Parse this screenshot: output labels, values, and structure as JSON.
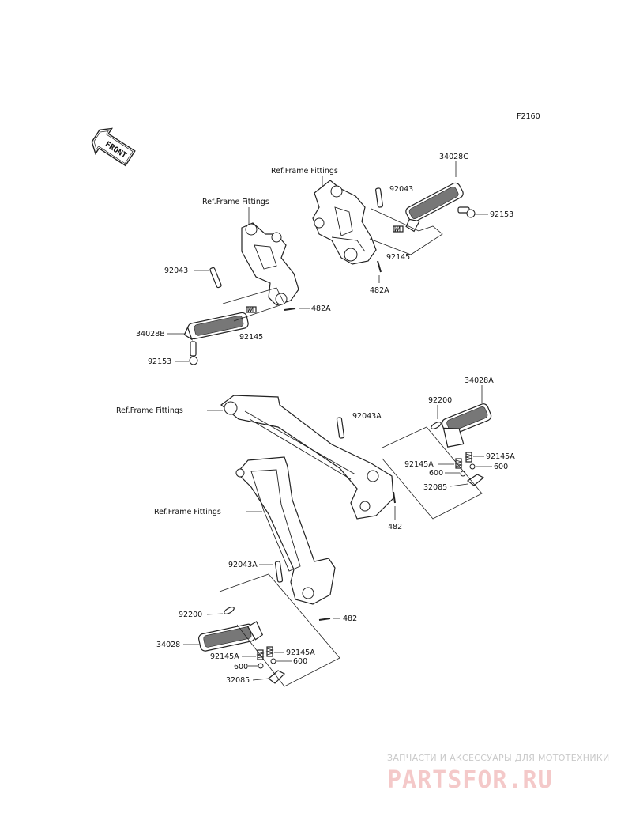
{
  "diagram_code": "F2160",
  "front_label": "FRONT",
  "ref_labels": {
    "upper_left": "Ref.Frame Fittings",
    "upper_right": "Ref.Frame Fittings",
    "lower_upper": "Ref.Frame Fittings",
    "lower_left": "Ref.Frame Fittings"
  },
  "parts": {
    "upper_right": {
      "step_assembly": "34028C",
      "pin": "92043",
      "bolt": "92153",
      "spring": "92145",
      "cotter_pin": "482A"
    },
    "upper_left": {
      "pin": "92043",
      "cotter_pin": "482A",
      "step_assembly": "34028B",
      "spring": "92145",
      "bolt": "92153"
    },
    "lower_right": {
      "step_assembly": "34028A",
      "washer": "92200",
      "pin": "92043A",
      "spring_left": "92145A",
      "spring_right": "92145A",
      "ball_left": "600",
      "ball_right": "600",
      "rubber": "32085",
      "cotter_pin": "482"
    },
    "lower_left": {
      "pin": "92043A",
      "washer": "92200",
      "cotter_pin": "482",
      "step_assembly": "34028",
      "spring_left": "92145A",
      "spring_right": "92145A",
      "ball_left": "600",
      "ball_right": "600",
      "rubber": "32085"
    }
  },
  "watermark": {
    "tagline": "ЗАПЧАСТИ И АКСЕССУАРЫ ДЛЯ МОТОТЕХНИКИ",
    "logo": "PARTSFOR.RU"
  }
}
